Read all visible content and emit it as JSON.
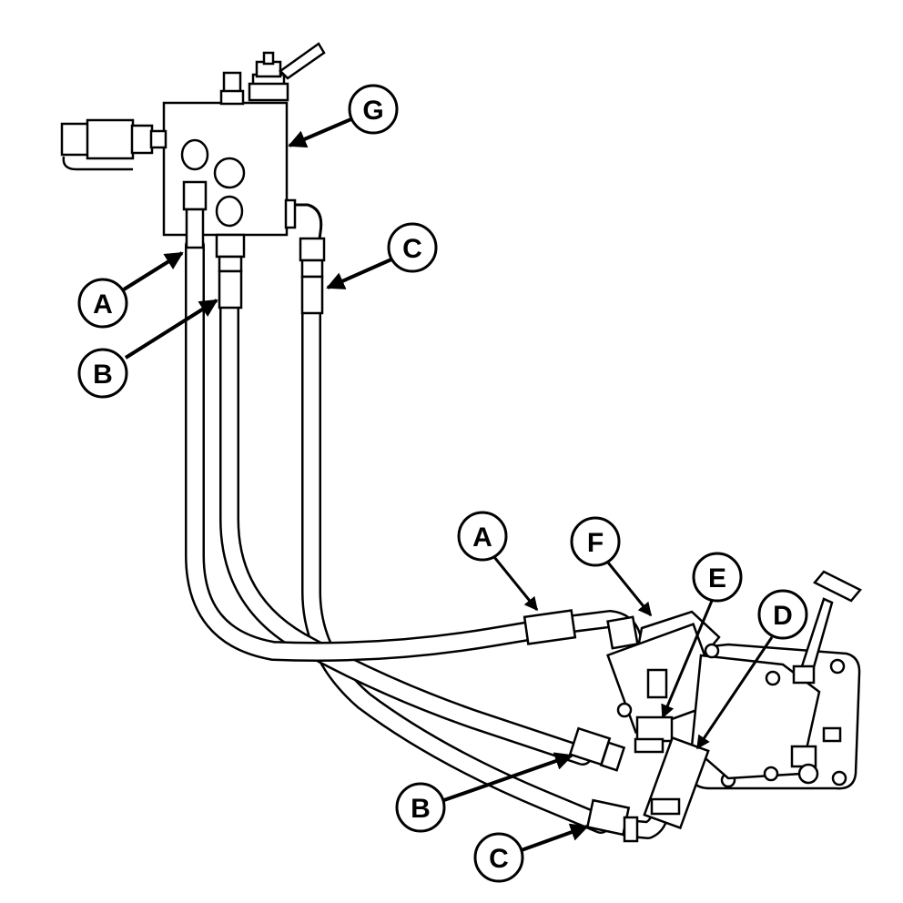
{
  "diagram": {
    "colors": {
      "line": "#000000",
      "fill": "#ffffff"
    },
    "callouts": [
      {
        "id": "g",
        "letter": "G"
      },
      {
        "id": "a1",
        "letter": "A"
      },
      {
        "id": "b1",
        "letter": "B"
      },
      {
        "id": "c1",
        "letter": "C"
      },
      {
        "id": "a2",
        "letter": "A"
      },
      {
        "id": "f",
        "letter": "F"
      },
      {
        "id": "e",
        "letter": "E"
      },
      {
        "id": "d",
        "letter": "D"
      },
      {
        "id": "b2",
        "letter": "B"
      },
      {
        "id": "c2",
        "letter": "C"
      }
    ]
  }
}
